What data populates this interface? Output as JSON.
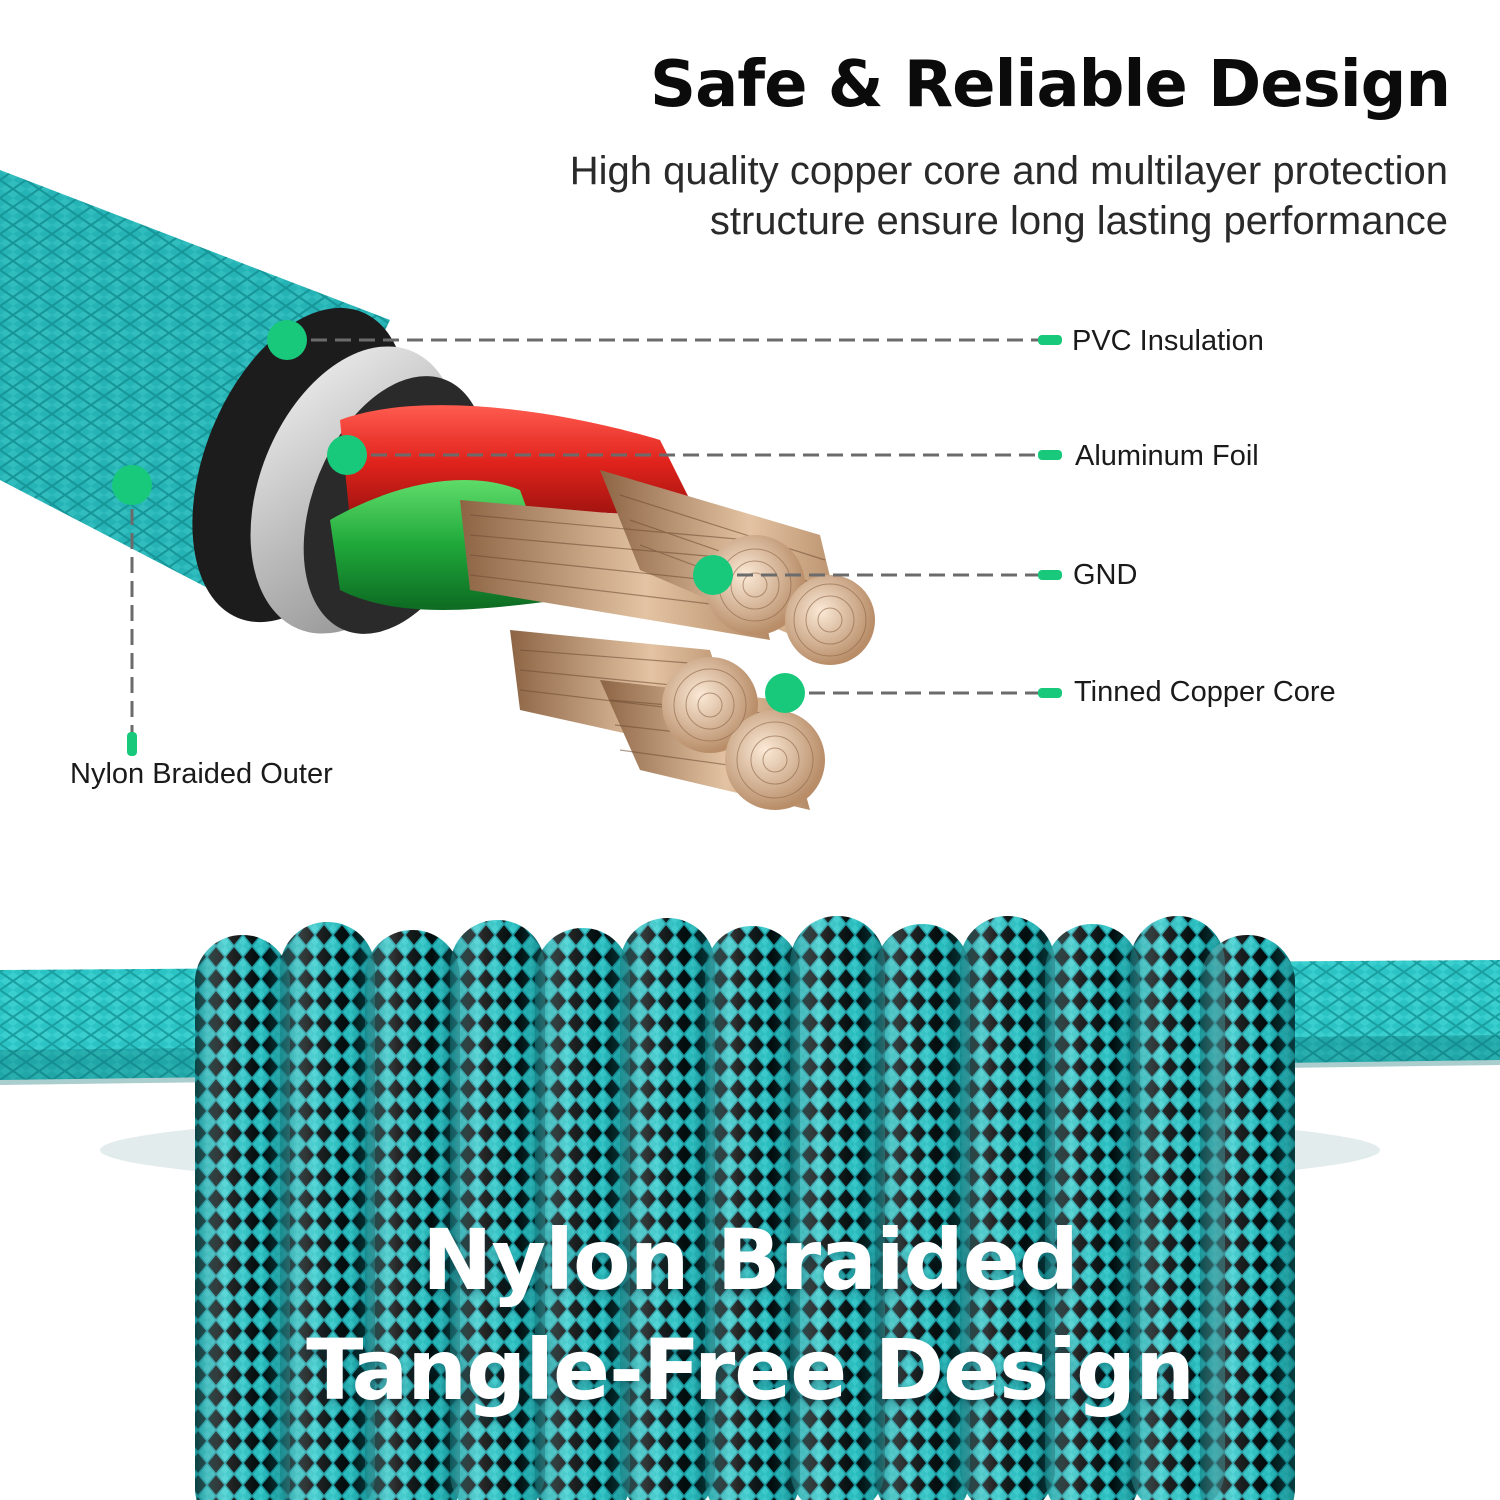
{
  "header": {
    "title": "Safe & Reliable Design",
    "subtitle_lines": [
      "High quality copper core and multilayer protection",
      "structure ensure long lasting performance"
    ]
  },
  "callouts": [
    {
      "label": "PVC Insulation",
      "marker_icon": "green-dot-icon"
    },
    {
      "label": "Aluminum Foil",
      "marker_icon": "green-dot-icon"
    },
    {
      "label": "GND",
      "marker_icon": "green-dot-icon"
    },
    {
      "label": "Tinned Copper Core",
      "marker_icon": "green-dot-icon"
    },
    {
      "label": "Nylon Braided Outer",
      "marker_icon": "green-dot-icon"
    }
  ],
  "banner": {
    "lines": [
      "Nylon Braided",
      "Tangle-Free Design"
    ]
  },
  "colors": {
    "cable_teal": "#2cc3c4",
    "marker_green": "#19c97b",
    "leader_gray": "#6b6b6b",
    "wire_red": "#e0231c",
    "wire_green": "#1fa83a",
    "copper": "#c9a07a"
  }
}
